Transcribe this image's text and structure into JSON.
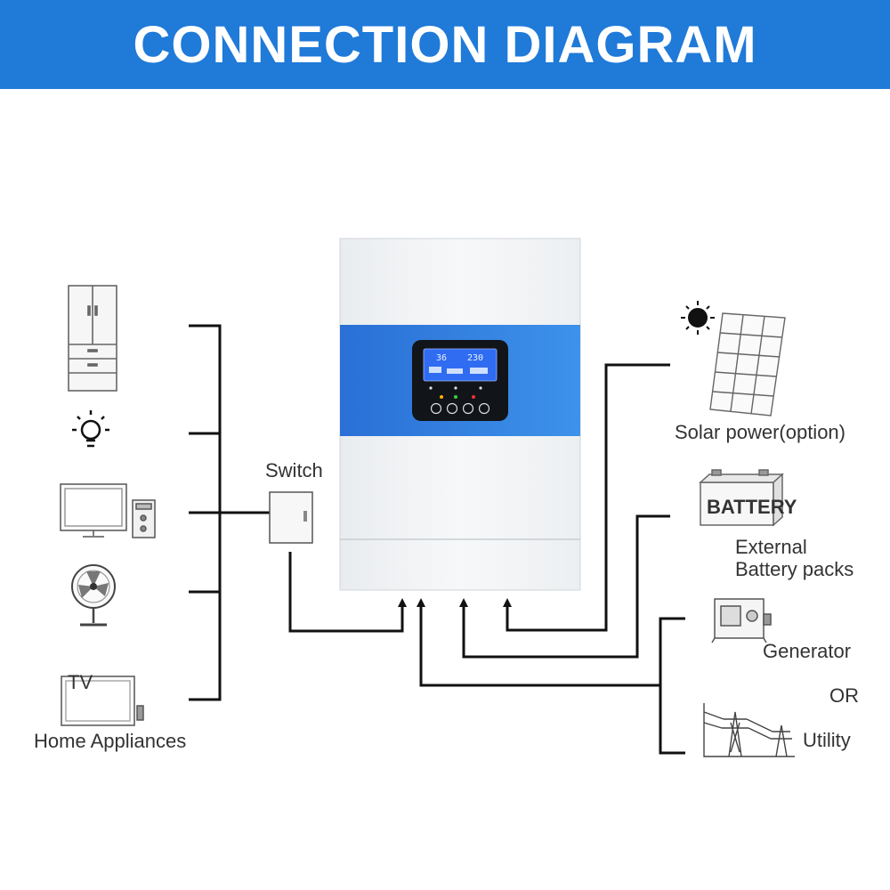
{
  "header": {
    "title": "CONNECTION DIAGRAM",
    "bg_color": "#1f7ad8"
  },
  "colors": {
    "accent": "#1f7ad8",
    "panel_blue": "#2f86e4",
    "line": "#111111",
    "screen": "#2f6cf2"
  },
  "inverter": {
    "display_value_left": "36",
    "display_value_right": "230"
  },
  "switch": {
    "label": "Switch"
  },
  "loads": {
    "label": "Home Appliances",
    "items": [
      {
        "icon": "wardrobe-icon"
      },
      {
        "icon": "light-bulb-icon"
      },
      {
        "icon": "tv-and-amplifier-icon"
      },
      {
        "icon": "fan-icon"
      },
      {
        "icon": "wall-tv-icon"
      }
    ]
  },
  "sources": {
    "solar": {
      "label": "Solar power(option)",
      "icon": "solar-panel-icon"
    },
    "battery": {
      "label_line1": "External",
      "label_line2": "Battery packs",
      "icon": "battery-icon",
      "icon_text": "BATTERY"
    },
    "generator": {
      "label": "Generator",
      "icon": "generator-icon"
    },
    "or_text": "OR",
    "utility": {
      "label": "Utility",
      "icon": "power-tower-icon"
    }
  }
}
